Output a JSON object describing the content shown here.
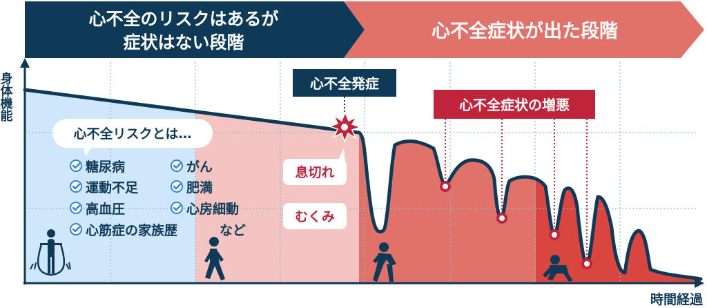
{
  "banner": {
    "left_line1": "心不全のリスクはあるが",
    "left_line2": "症状はない段階",
    "right": "心不全症状が出た段階"
  },
  "axes": {
    "y_label": "身体機能",
    "x_label": "時間経過"
  },
  "labels": {
    "onset": "心不全発症",
    "worsening": "心不全症状の増悪",
    "breath": "息切れ",
    "swelling": "むくみ"
  },
  "risk_box": {
    "title": "心不全リスクとは…",
    "items": [
      "糖尿病",
      "がん",
      "運動不足",
      "肥満",
      "高血圧",
      "心房細動",
      "心筋症の家族歴"
    ],
    "etc": "など"
  },
  "colors": {
    "navy": "#0f3a57",
    "red": "#c0243a",
    "coral": "#e0726a",
    "dark_red": "#d9453f",
    "blue_zone": "#cfe6fb",
    "pink_zone": "#f4c4c3"
  }
}
